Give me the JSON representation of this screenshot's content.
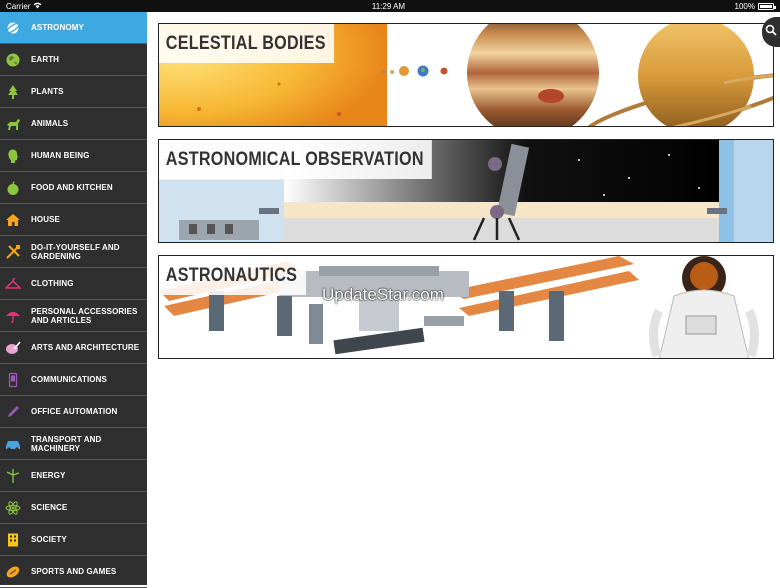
{
  "status_bar": {
    "carrier": "Carrier",
    "time": "11:29 AM",
    "battery": "100%"
  },
  "sidebar": {
    "items": [
      {
        "label": "ASTRONOMY",
        "icon": "astronomy-icon",
        "active": true
      },
      {
        "label": "EARTH",
        "icon": "earth-icon"
      },
      {
        "label": "PLANTS",
        "icon": "plant-icon"
      },
      {
        "label": "ANIMALS",
        "icon": "animal-icon"
      },
      {
        "label": "HUMAN BEING",
        "icon": "human-head-icon"
      },
      {
        "label": "FOOD AND KITCHEN",
        "icon": "apple-icon"
      },
      {
        "label": "HOUSE",
        "icon": "house-icon"
      },
      {
        "label": "DO-IT-YOURSELF AND GARDENING",
        "icon": "tools-icon"
      },
      {
        "label": "CLOTHING",
        "icon": "hanger-icon"
      },
      {
        "label": "PERSONAL ACCESSORIES AND ARTICLES",
        "icon": "umbrella-icon"
      },
      {
        "label": "ARTS AND ARCHITECTURE",
        "icon": "palette-icon"
      },
      {
        "label": "COMMUNICATIONS",
        "icon": "phone-icon"
      },
      {
        "label": "OFFICE AUTOMATION",
        "icon": "pencil-icon"
      },
      {
        "label": "TRANSPORT AND MACHINERY",
        "icon": "car-icon"
      },
      {
        "label": "ENERGY",
        "icon": "wind-turbine-icon"
      },
      {
        "label": "SCIENCE",
        "icon": "atom-icon"
      },
      {
        "label": "SOCIETY",
        "icon": "building-icon"
      },
      {
        "label": "SPORTS AND GAMES",
        "icon": "football-icon"
      }
    ]
  },
  "main": {
    "cards": [
      {
        "title": "CELESTIAL BODIES"
      },
      {
        "title": "ASTRONOMICAL OBSERVATION"
      },
      {
        "title": "ASTRONAUTICS"
      }
    ]
  },
  "watermark": "UpdateStar.com",
  "colors": {
    "sidebar_bg": "#2f2f2f",
    "active_bg": "#3ea9e0",
    "icon_green": "#8dc63f",
    "icon_orange": "#f7a51c",
    "icon_pink": "#e8327c",
    "icon_purple": "#9b59b6",
    "icon_blue": "#4aa3df"
  }
}
